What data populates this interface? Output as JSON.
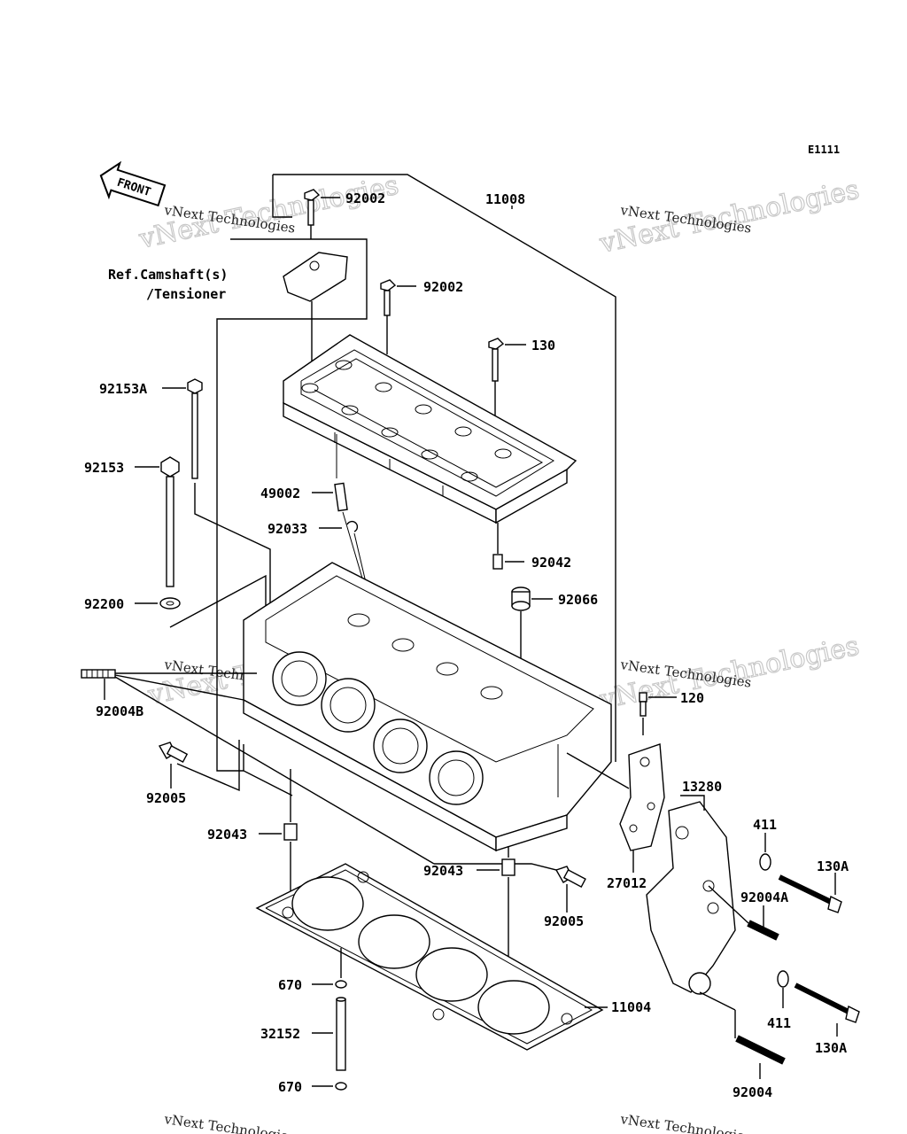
{
  "diagram": {
    "code": "E1111",
    "front_label": "FRONT",
    "ref_label_line1": "Ref.Camshaft(s)",
    "ref_label_line2": "/Tensioner",
    "watermark_line1": "vNext Technologies",
    "watermark_line2": "vNext Technologies",
    "parts": {
      "p92002_top": "92002",
      "p92002_mid": "92002",
      "p11008": "11008",
      "p130": "130",
      "p92153A": "92153A",
      "p92153": "92153",
      "p49002": "49002",
      "p92033": "92033",
      "p92042": "92042",
      "p92066": "92066",
      "p92200": "92200",
      "p92004B": "92004B",
      "p120": "120",
      "p92005_left": "92005",
      "p13280": "13280",
      "p411_top": "411",
      "p130A_top": "130A",
      "p92043_left": "92043",
      "p27012": "27012",
      "p92004A": "92004A",
      "p92043_mid": "92043",
      "p92005_right": "92005",
      "p670_top": "670",
      "p11004": "11004",
      "p411_bottom": "411",
      "p130A_bottom": "130A",
      "p32152": "32152",
      "p670_bottom": "670",
      "p92004": "92004"
    }
  }
}
